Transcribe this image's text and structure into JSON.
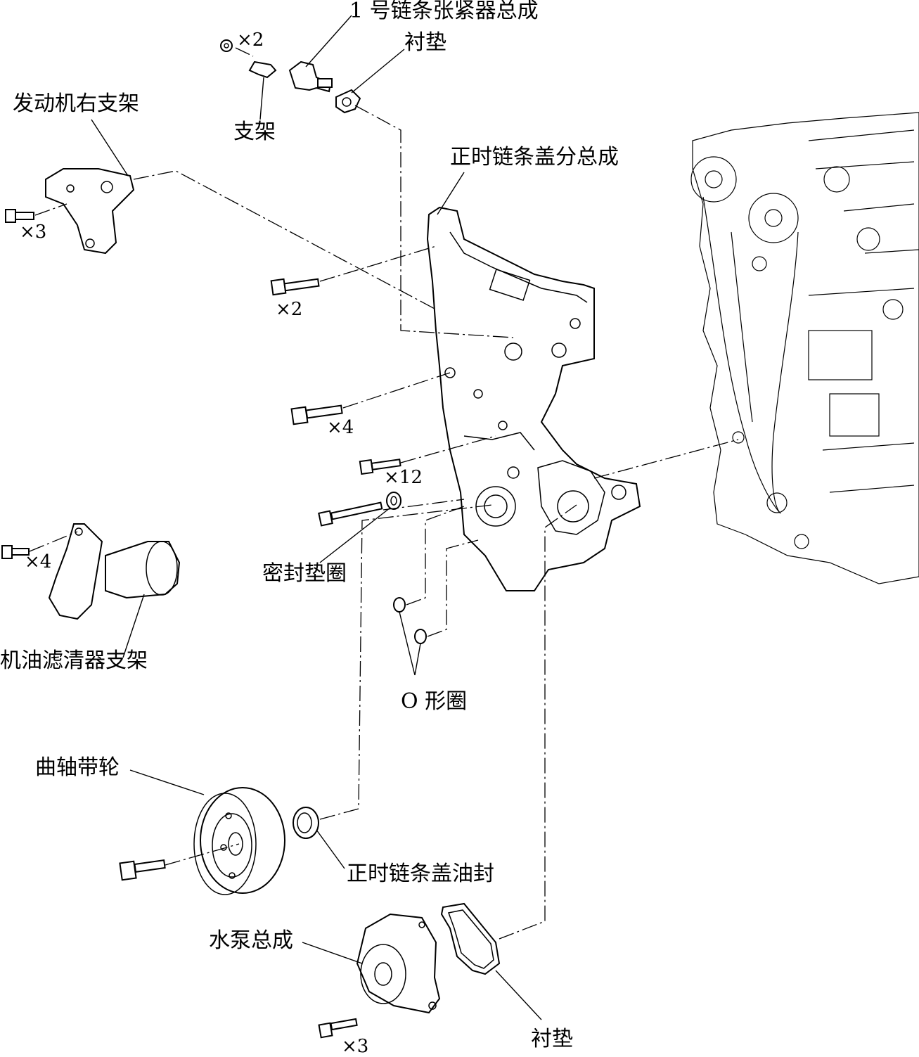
{
  "labels": {
    "tensioner": "1 号链条张紧器总成",
    "gasket_top": "衬垫",
    "bracket": "支架",
    "engine_bracket": "发动机右支架",
    "chain_cover": "正时链条盖分总成",
    "seal_washer": "密封垫圈",
    "oil_filter_bracket": "机油滤清器支架",
    "o_ring": "O 形圈",
    "pulley": "曲轴带轮",
    "oil_seal": "正时链条盖油封",
    "water_pump": "水泵总成",
    "gasket_bottom": "衬垫"
  },
  "quantities": {
    "nut_top": "×2",
    "bolt_engine_bracket": "×3",
    "bolt_cover_a": "×2",
    "bolt_cover_b": "×4",
    "bolt_cover_c": "×12",
    "bolt_oil_filter": "×4",
    "bolt_water_pump": "×3"
  }
}
